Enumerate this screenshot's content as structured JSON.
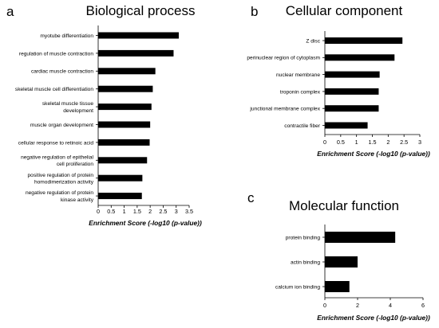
{
  "chart_data": [
    {
      "type": "bar",
      "orientation": "horizontal",
      "panel": "a",
      "title": "Biological process",
      "xlabel": "Enrichment Score (-log10 (p-value))",
      "xlim": [
        0,
        3.5
      ],
      "xticks": [
        "0",
        "0.5",
        "1",
        "1.5",
        "2",
        "2.5",
        "3",
        "3.5"
      ],
      "categories": [
        [
          "myotube differentiation"
        ],
        [
          "regulation of muscle contraction"
        ],
        [
          "cardiac muscle contraction"
        ],
        [
          "skeletal muscle cell differentiation"
        ],
        [
          "skeletal muscle tissue",
          "development"
        ],
        [
          "muscle organ development"
        ],
        [
          "cellular response to retinoic acid"
        ],
        [
          "negative regulation of epithelial",
          "cell proliferation"
        ],
        [
          "positive regulation of protein",
          "homodimerization activity"
        ],
        [
          "negative regulation of protein",
          "kinase activity"
        ]
      ],
      "values": [
        3.1,
        2.9,
        2.2,
        2.1,
        2.05,
        2.0,
        1.98,
        1.88,
        1.7,
        1.68
      ],
      "bar_color": "#000000",
      "grid": false
    },
    {
      "type": "bar",
      "orientation": "horizontal",
      "panel": "b",
      "title": "Cellular component",
      "xlabel": "Enrichment Score (-log10 (p-value))",
      "xlim": [
        0,
        3
      ],
      "xticks": [
        "0",
        "0.5",
        "1",
        "1.5",
        "2",
        "2.5",
        "3"
      ],
      "categories": [
        [
          "Z disc"
        ],
        [
          "perinuclear region of cytoplasm"
        ],
        [
          "nuclear membrane"
        ],
        [
          "troponin complex"
        ],
        [
          "junctional membrane complex"
        ],
        [
          "contractile fiber"
        ]
      ],
      "values": [
        2.45,
        2.2,
        1.73,
        1.7,
        1.7,
        1.35
      ],
      "bar_color": "#000000",
      "grid": false
    },
    {
      "type": "bar",
      "orientation": "horizontal",
      "panel": "c",
      "title": "Molecular function",
      "xlabel": "Enrichment Score (-log10 (p-value))",
      "xlim": [
        0,
        6
      ],
      "xticks": [
        "0",
        "2",
        "4",
        "6"
      ],
      "categories": [
        [
          "protein binding"
        ],
        [
          "actin binding"
        ],
        [
          "calcium ion binding"
        ]
      ],
      "values": [
        4.3,
        2.0,
        1.5
      ],
      "bar_color": "#000000",
      "grid": false
    }
  ]
}
